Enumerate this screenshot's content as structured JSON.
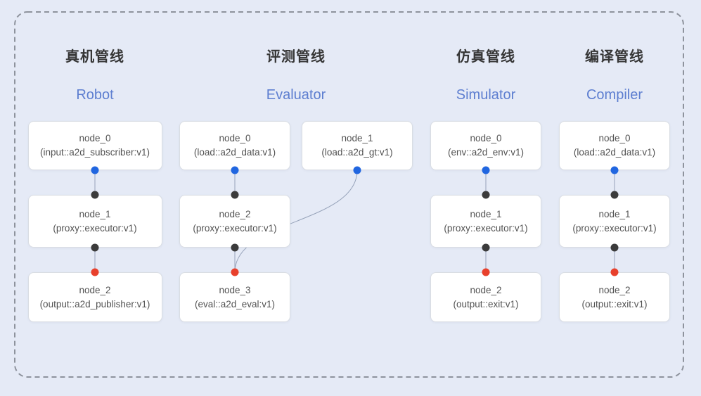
{
  "colors": {
    "background": "#e5eaf6",
    "frame_dash": "#8e939d",
    "box_bg": "#ffffff",
    "box_border": "#d9dde3",
    "wire": "#97a3ba",
    "title_text": "#363636",
    "subtitle_text": "#5d7ed0",
    "node_text": "#525252",
    "dot_output_blue": "#2166e0",
    "dot_proxy_black": "#3b3b3b",
    "dot_input_red": "#e8402c"
  },
  "pipelines": [
    {
      "title": "真机管线",
      "subtitle": "Robot",
      "nodes": [
        {
          "name": "node_0",
          "type": "(input::a2d_subscriber:v1)"
        },
        {
          "name": "node_1",
          "type": "(proxy::executor:v1)"
        },
        {
          "name": "node_2",
          "type": "(output::a2d_publisher:v1)"
        }
      ],
      "connections": [
        [
          "node_0",
          "node_1"
        ],
        [
          "node_1",
          "node_2"
        ]
      ]
    },
    {
      "title": "评测管线",
      "subtitle": "Evaluator",
      "nodes": [
        {
          "name": "node_0",
          "type": "(load::a2d_data:v1)"
        },
        {
          "name": "node_1",
          "type": "(load::a2d_gt:v1)"
        },
        {
          "name": "node_2",
          "type": "(proxy::executor:v1)"
        },
        {
          "name": "node_3",
          "type": "(eval::a2d_eval:v1)"
        }
      ],
      "connections": [
        [
          "node_0",
          "node_2"
        ],
        [
          "node_1",
          "node_3"
        ],
        [
          "node_2",
          "node_3"
        ]
      ]
    },
    {
      "title": "仿真管线",
      "subtitle": "Simulator",
      "nodes": [
        {
          "name": "node_0",
          "type": "(env::a2d_env:v1)"
        },
        {
          "name": "node_1",
          "type": "(proxy::executor:v1)"
        },
        {
          "name": "node_2",
          "type": "(output::exit:v1)"
        }
      ],
      "connections": [
        [
          "node_0",
          "node_1"
        ],
        [
          "node_1",
          "node_2"
        ]
      ]
    },
    {
      "title": "编译管线",
      "subtitle": "Compiler",
      "nodes": [
        {
          "name": "node_0",
          "type": "(load::a2d_data:v1)"
        },
        {
          "name": "node_1",
          "type": "(proxy::executor:v1)"
        },
        {
          "name": "node_2",
          "type": "(output::exit:v1)"
        }
      ],
      "connections": [
        [
          "node_0",
          "node_1"
        ],
        [
          "node_1",
          "node_2"
        ]
      ]
    }
  ]
}
